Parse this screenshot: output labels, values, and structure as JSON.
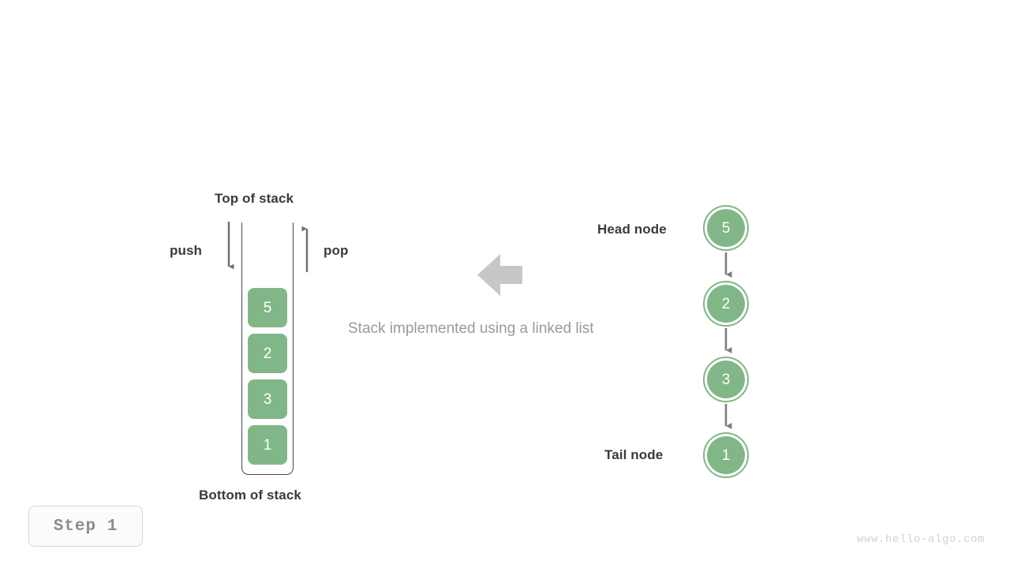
{
  "page": {
    "background_color": "#ffffff",
    "accent_green": "#81b687",
    "text_dark": "#3a3a3a",
    "text_muted": "#9a9a9a",
    "arrow_gray": "#6e6e6e",
    "big_arrow_gray": "#c7c7c7"
  },
  "caption": {
    "text": "Stack implemented using a linked list"
  },
  "stack": {
    "top_label": "Top of stack",
    "bottom_label": "Bottom of stack",
    "push_label": "push",
    "pop_label": "pop",
    "cells": [
      {
        "value": "5"
      },
      {
        "value": "2"
      },
      {
        "value": "3"
      },
      {
        "value": "1"
      }
    ]
  },
  "linked_list": {
    "head_label": "Head node",
    "tail_label": "Tail node",
    "nodes": [
      {
        "value": "5"
      },
      {
        "value": "2"
      },
      {
        "value": "3"
      },
      {
        "value": "1"
      }
    ]
  },
  "step_badge": {
    "text": "Step 1"
  },
  "watermark": {
    "text": "www.hello-algo.com"
  }
}
